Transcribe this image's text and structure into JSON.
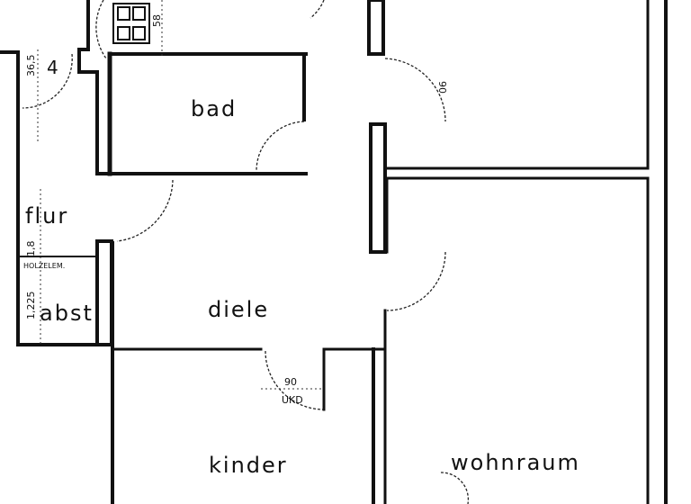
{
  "rooms": {
    "bad": "bad",
    "flur": "flur",
    "abst": "abst",
    "diele": "diele",
    "kinder": "kinder",
    "wohnraum": "wohnraum"
  },
  "annotations": {
    "room_number": "4",
    "dim_365": "36,5",
    "dim_58": "58",
    "dim_18": "1,8",
    "holzelem": "HOLZELEM.",
    "dim_1225": "1,225",
    "door_top_right": "90",
    "door_kinder_width": "90",
    "door_kinder_note": "UKD"
  }
}
